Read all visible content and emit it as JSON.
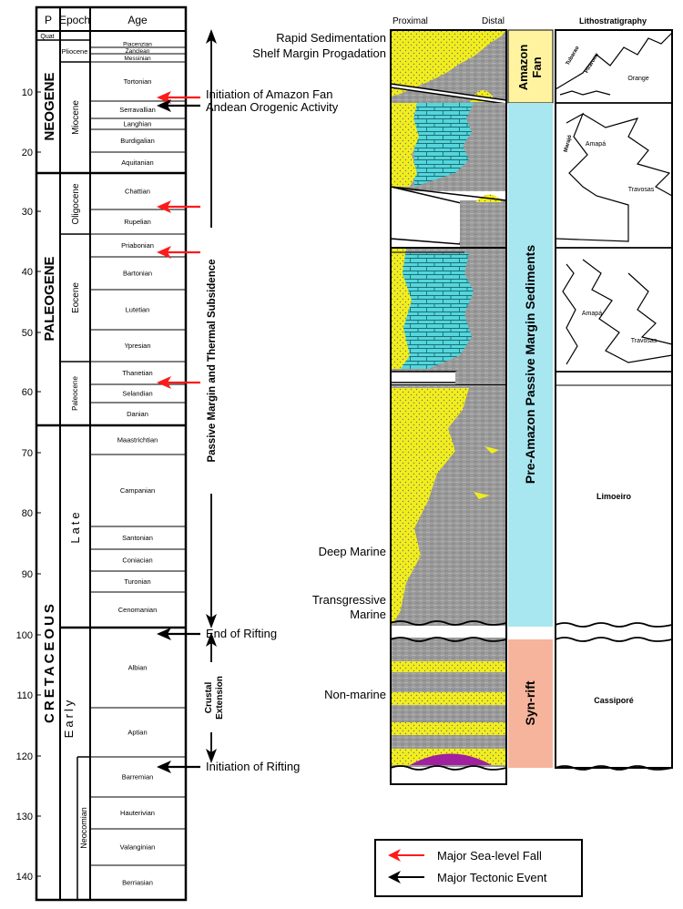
{
  "headers": {
    "p": "P",
    "epoch": "Epoch",
    "age": "Age",
    "proximal": "Proximal",
    "distal": "Distal",
    "lithostratigraphy": "Lithostratigraphy"
  },
  "periods": [
    "Quat",
    "NEOGENE",
    "PALEOGENE",
    "CRETACEOUS"
  ],
  "epochs": [
    "Pliocene",
    "Miocene",
    "Oligocene",
    "Eocene",
    "Paleocene",
    "Late",
    "Early",
    "Neocomian"
  ],
  "ages": [
    "Piacenzian",
    "Zanclean",
    "Messinian",
    "Tortonian",
    "Serravallian",
    "Langhian",
    "Burdigalian",
    "Aquitanian",
    "Chattian",
    "Rupelian",
    "Priabonian",
    "Bartonian",
    "Lutetian",
    "Ypresian",
    "Thanetian",
    "Selandian",
    "Danian",
    "Maastrichtian",
    "Campanian",
    "Santonian",
    "Coniacian",
    "Turonian",
    "Cenomanian",
    "Albian",
    "Aptian",
    "Barremian",
    "Hauterivian",
    "Valanginian",
    "Berriasian"
  ],
  "ticks": [
    "10",
    "20",
    "30",
    "40",
    "50",
    "60",
    "70",
    "80",
    "90",
    "100",
    "110",
    "120",
    "130",
    "140"
  ],
  "events": {
    "rapid": "Rapid Sedimentation",
    "shelf": "Shelf Margin Progadation",
    "amazon_fan": "Initiation of Amazon Fan",
    "andean": "Andean Orogenic Activity",
    "end_rifting": "End of Rifting",
    "init_rifting": "Initiation of Rifting",
    "passive": "Passive Margin and Thermal Subsidence",
    "crustal_1": "Crustal",
    "crustal_2": "Extension"
  },
  "environments": [
    "Deep Marine",
    "Transgressive",
    "Marine",
    "Non-marine"
  ],
  "sequences": {
    "fan_1": "Amazon",
    "fan_2": "Fan",
    "pre_amazon": "Pre-Amazon Passive Margin Sediments",
    "synrift": "Syn-rift"
  },
  "formations": [
    "Orange",
    "Tubarao",
    "Pirarucu",
    "Amapá",
    "Travosas",
    "Marajó",
    "Travosas",
    "Limoeiro",
    "Cassiporé",
    "Amapá"
  ],
  "legend": {
    "red": "Major Sea-level Fall",
    "black": "Major Tectonic Event"
  },
  "colors": {
    "red_arrow": "#ff1a1a",
    "sand": "#f2ee1c",
    "carbonate": "#55d6dc",
    "shale": "#9b9b9b",
    "fan_band": "#fff3a0",
    "passive_band": "#a8e6f0",
    "synrift_band": "#f7b49c",
    "volcanic": "#a020a0"
  }
}
